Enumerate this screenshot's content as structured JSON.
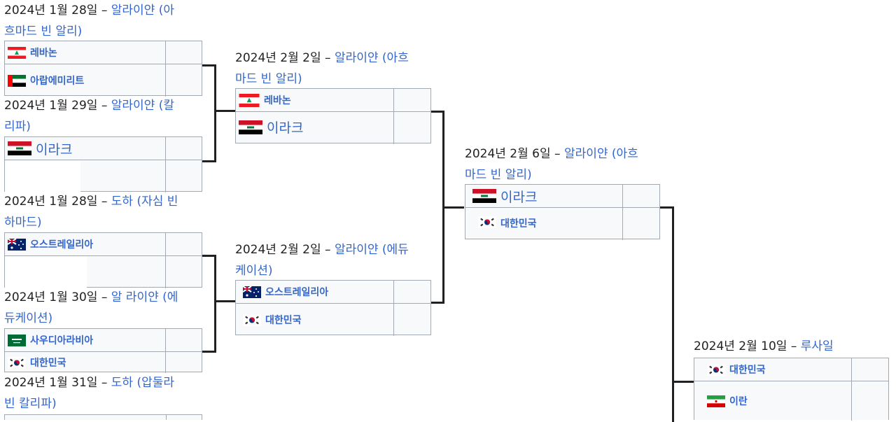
{
  "rounds": {
    "r16": [
      {
        "date": "2024년 1월 28일",
        "venue_l1": "알라이얀 (아",
        "venue_l2": "흐마드 빈 알리)",
        "team1": {
          "name": "레바논",
          "flag": "lebanon-flag-icon"
        },
        "team2": {
          "name": "아랍에미리트",
          "flag": "uae-flag-icon"
        }
      },
      {
        "date": "2024년 1월 29일",
        "venue_l1": "알라이얀 (칼",
        "venue_l2": "리파)",
        "team1": {
          "name": "이라크",
          "flag": "iraq-flag-icon"
        },
        "team2": {
          "name": "",
          "flag": ""
        }
      },
      {
        "date": "2024년 1월 28일",
        "venue_l1": "도하 (자심 빈",
        "venue_l2": "하마드)",
        "team1": {
          "name": "오스트레일리아",
          "flag": "australia-flag-icon"
        },
        "team2": {
          "name": "",
          "flag": ""
        }
      },
      {
        "date": "2024년 1월 30일",
        "venue_l1": "알 라이얀 (에",
        "venue_l2": "듀케이션)",
        "team1": {
          "name": "사우디아라비아",
          "flag": "saudi-arabia-flag-icon"
        },
        "team2": {
          "name": "대한민국",
          "flag": "south-korea-flag-icon"
        }
      },
      {
        "date": "2024년 1월 31일",
        "venue_l1": "도하 (압둘라",
        "venue_l2": "빈 칼리파)"
      }
    ],
    "qf": [
      {
        "date": "2024년 2월 2일",
        "venue_l1": "알라이얀 (아흐",
        "venue_l2": "마드 빈 알리)",
        "team1": {
          "name": "레바논",
          "flag": "lebanon-flag-icon"
        },
        "team2": {
          "name": "이라크",
          "flag": "iraq-flag-icon"
        }
      },
      {
        "date": "2024년 2월 2일",
        "venue_l1": "알라이얀 (에듀",
        "venue_l2": "케이션)",
        "team1": {
          "name": "오스트레일리아",
          "flag": "australia-flag-icon"
        },
        "team2": {
          "name": "대한민국",
          "flag": "south-korea-flag-icon"
        }
      }
    ],
    "sf": [
      {
        "date": "2024년 2월 6일",
        "venue_l1": "알라이얀 (아흐",
        "venue_l2": "마드 빈 알리)",
        "team1": {
          "name": "이라크",
          "flag": "iraq-flag-icon"
        },
        "team2": {
          "name": "대한민국",
          "flag": "south-korea-flag-icon"
        }
      }
    ],
    "final": [
      {
        "date": "2024년 2월 10일",
        "venue_l1": "루사일",
        "team1": {
          "name": "대한민국",
          "flag": "south-korea-flag-icon"
        },
        "team2": {
          "name": "이란",
          "flag": "iran-flag-icon"
        }
      }
    ]
  },
  "separator": "–"
}
